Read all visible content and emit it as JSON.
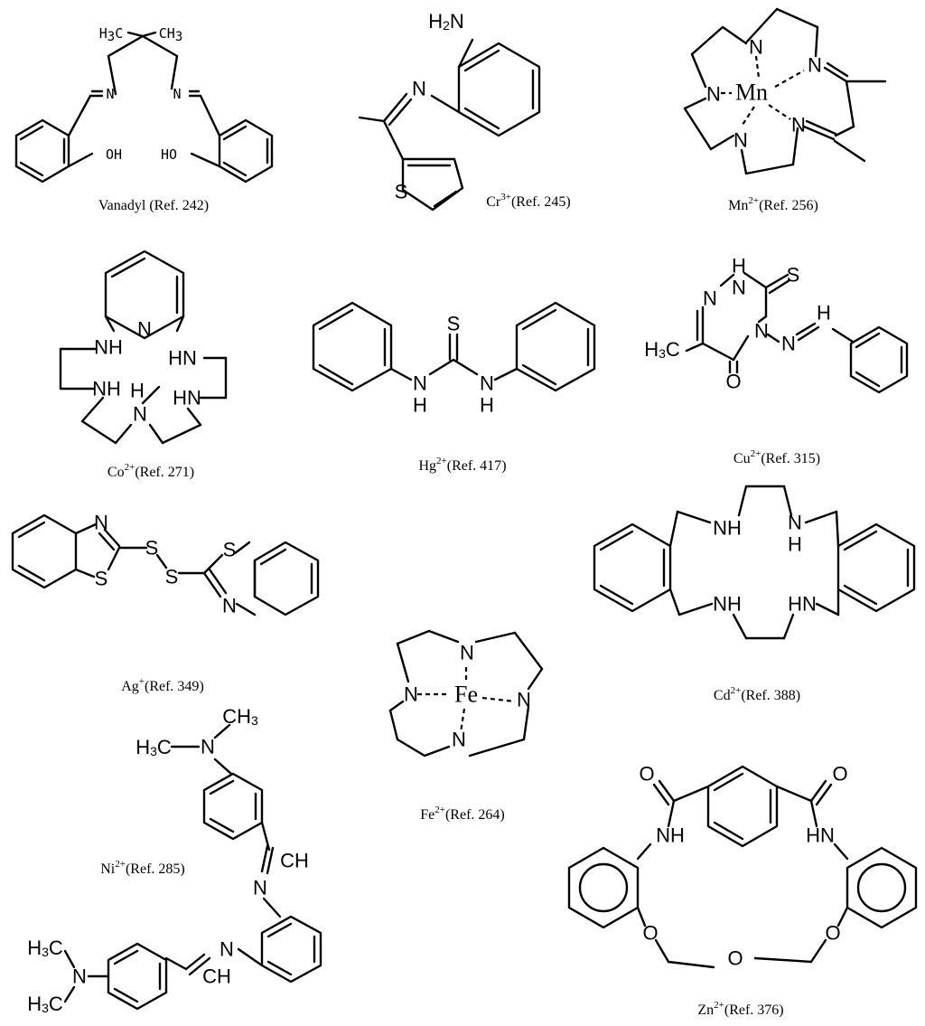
{
  "structures": [
    {
      "ion": "Vanadyl",
      "ref": "Ref. 242",
      "atoms": {
        "h3c": "H",
        "ch3": "CH",
        "n1": "N",
        "n2": "N",
        "oh1": "OH",
        "oh2": "HO"
      }
    },
    {
      "ion": "Cr",
      "charge": "3+",
      "ref": "Ref. 245",
      "atoms": {
        "nh2": "H",
        "nh2b": "N",
        "n": "N",
        "s": "S"
      }
    },
    {
      "ion": "Mn",
      "charge": "2+",
      "ref": "Ref. 256",
      "atoms": {
        "metal": "Mn",
        "n": "N"
      }
    },
    {
      "ion": "Co",
      "charge": "2+",
      "ref": "Ref. 271",
      "atoms": {
        "n": "N",
        "nh": "NH",
        "hn": "HN",
        "h": "H"
      }
    },
    {
      "ion": "Hg",
      "charge": "2+",
      "ref": "Ref. 417",
      "atoms": {
        "s": "S",
        "n": "N",
        "h": "H"
      }
    },
    {
      "ion": "Cu",
      "charge": "2+",
      "ref": "Ref. 315",
      "atoms": {
        "h": "H",
        "n": "N",
        "s": "S",
        "o": "O",
        "h3c": "H",
        "c": "C"
      }
    },
    {
      "ion": "Ag",
      "charge": "+",
      "ref": "Ref. 349",
      "atoms": {
        "n": "N",
        "s": "S"
      }
    },
    {
      "ion": "Cd",
      "charge": "2+",
      "ref": "Ref. 388",
      "atoms": {
        "nh": "NH",
        "n": "N",
        "h": "H",
        "hn": "HN"
      }
    },
    {
      "ion": "Fe",
      "charge": "2+",
      "ref": "Ref. 264",
      "atoms": {
        "metal": "Fe",
        "n": "N"
      }
    },
    {
      "ion": "Ni",
      "charge": "2+",
      "ref": "Ref. 285",
      "atoms": {
        "ch3": "CH",
        "h3c": "H",
        "c": "C",
        "n": "N",
        "ch": "CH"
      }
    },
    {
      "ion": "Zn",
      "charge": "2+",
      "ref": "Ref. 376",
      "atoms": {
        "o": "O",
        "nh": "NH",
        "hn": "HN"
      }
    }
  ],
  "digits": {
    "three": "3",
    "two": "2"
  },
  "colors": {
    "ink": "#000000",
    "background": "#ffffff"
  }
}
